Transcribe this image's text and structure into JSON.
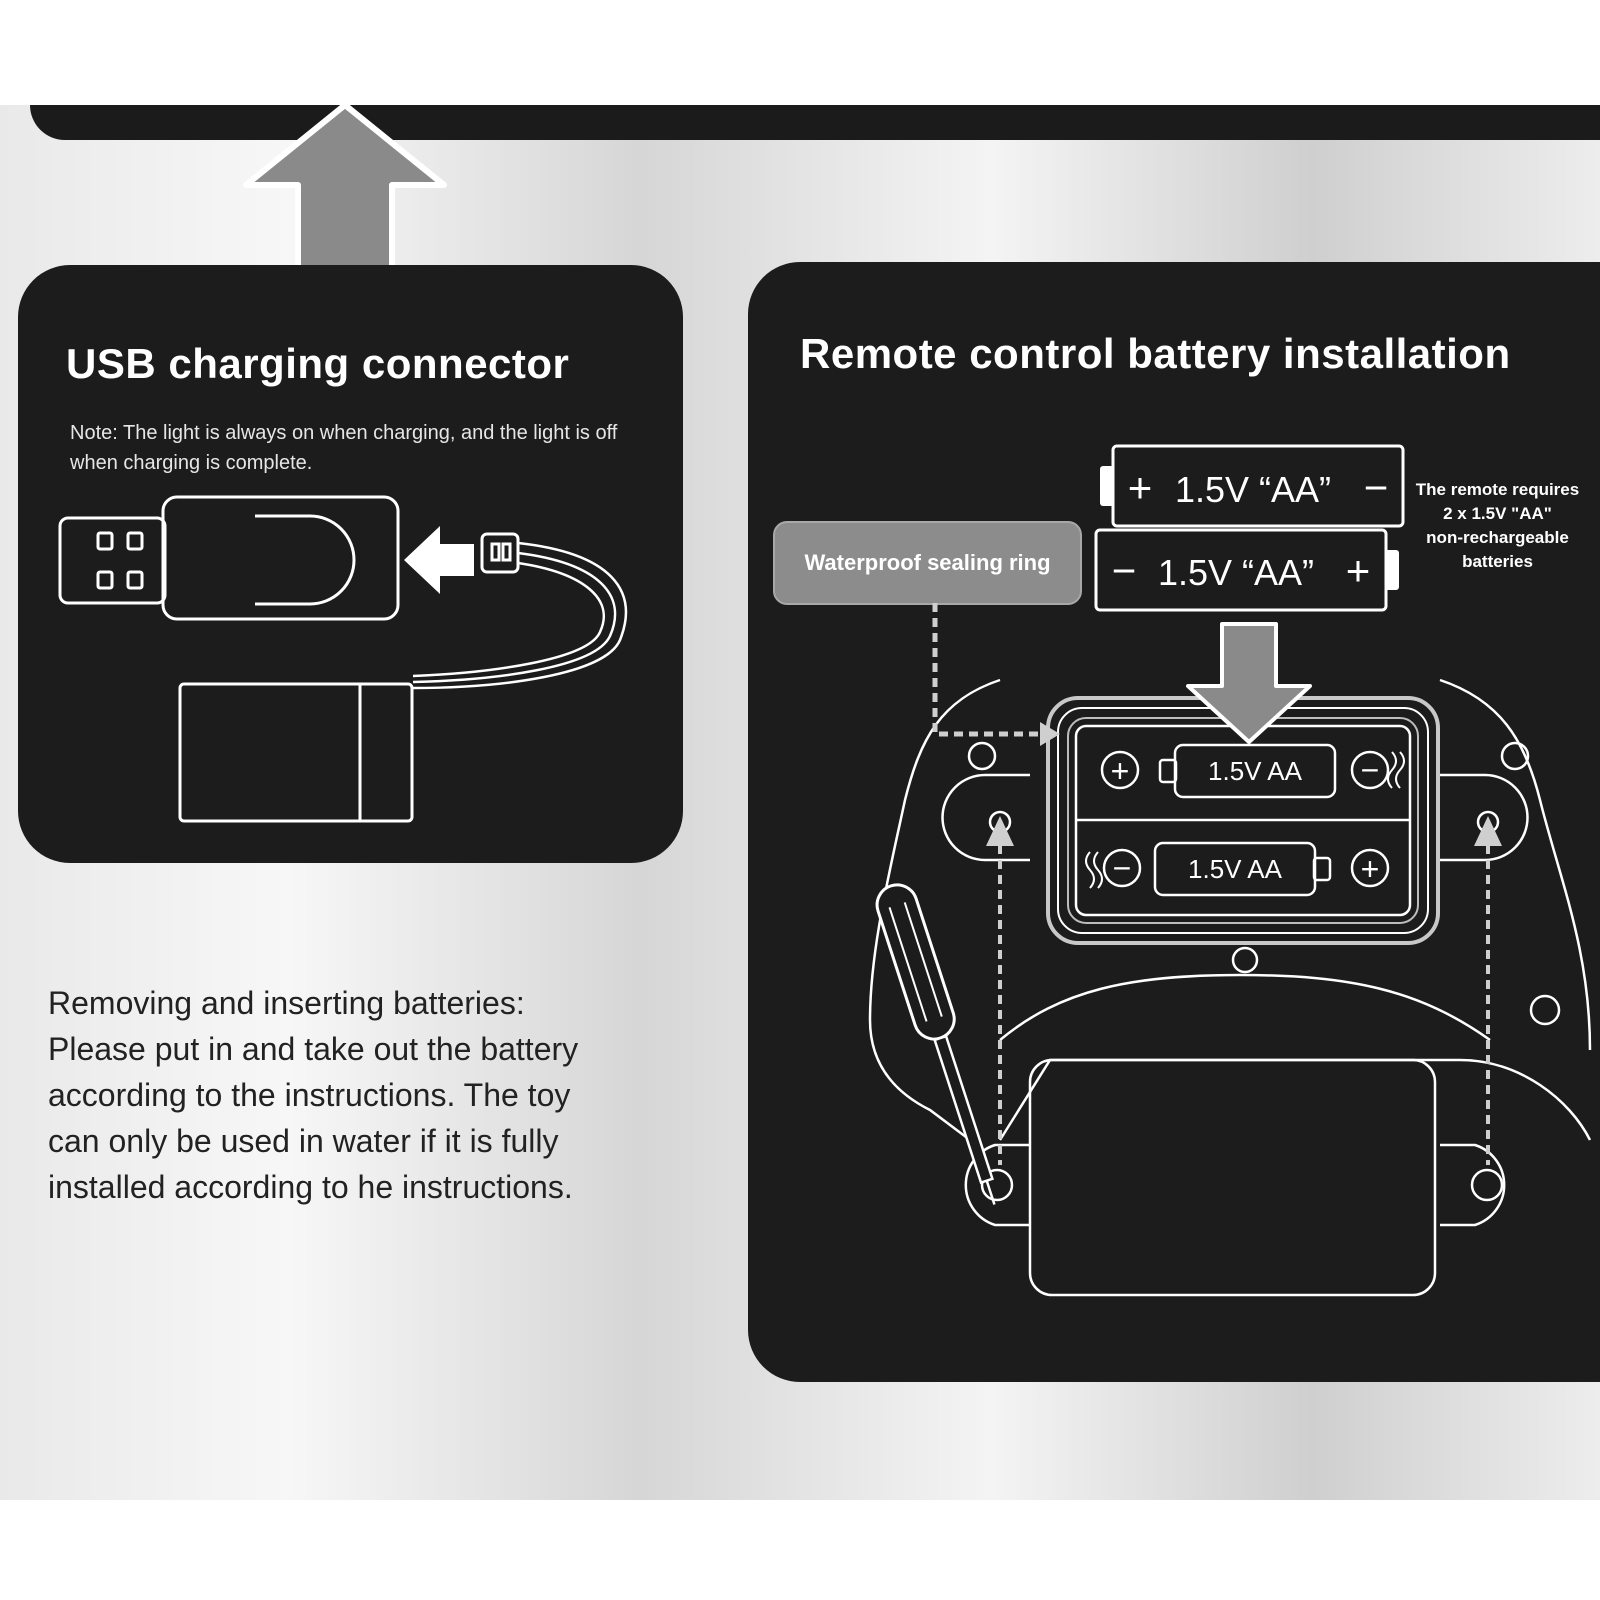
{
  "usb_section": {
    "title": "USB charging connector",
    "note": "Note: The light is always on when charging, and the light is off when charging is complete."
  },
  "instructions": {
    "lines": [
      "Removing and inserting batteries:",
      "Please put in and take out the battery",
      "according to the instructions. The toy",
      "can only be used in water if it is fully",
      "installed according to he instructions."
    ]
  },
  "remote_section": {
    "title": "Remote control battery installation",
    "sealing_ring_label": "Waterproof sealing ring",
    "requirement_lines": [
      "The remote requires",
      "2 x 1.5V \"AA\"",
      "non-rechargeable",
      "batteries"
    ],
    "battery_top_label": "1.5V  “AA”",
    "battery_bottom_label": "1.5V  “AA”",
    "compartment_battery_label": "1.5V AA",
    "plus_sign": "+",
    "minus_sign": "−"
  },
  "colors": {
    "panel": "#1c1c1c",
    "arrow": "#8a8a8a",
    "line": "#ffffff",
    "pill": "#8c8c8c"
  }
}
